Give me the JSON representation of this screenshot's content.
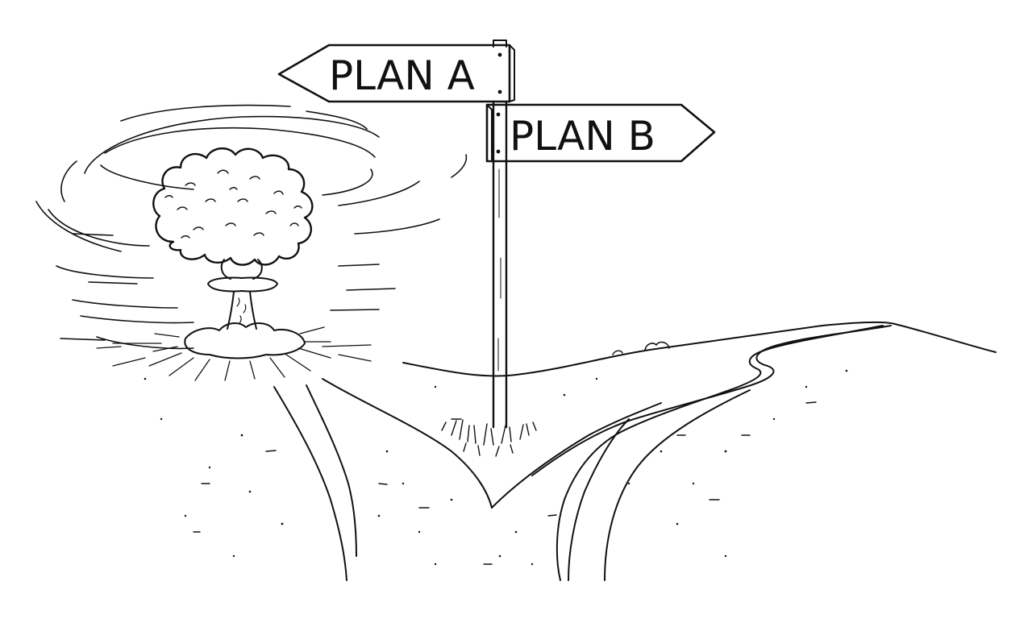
{
  "signpost": {
    "sign_a": {
      "label": "PLAN A",
      "direction": "left"
    },
    "sign_b": {
      "label": "PLAN B",
      "direction": "right"
    }
  },
  "colors": {
    "ink": "#111111",
    "paper": "#ffffff"
  }
}
